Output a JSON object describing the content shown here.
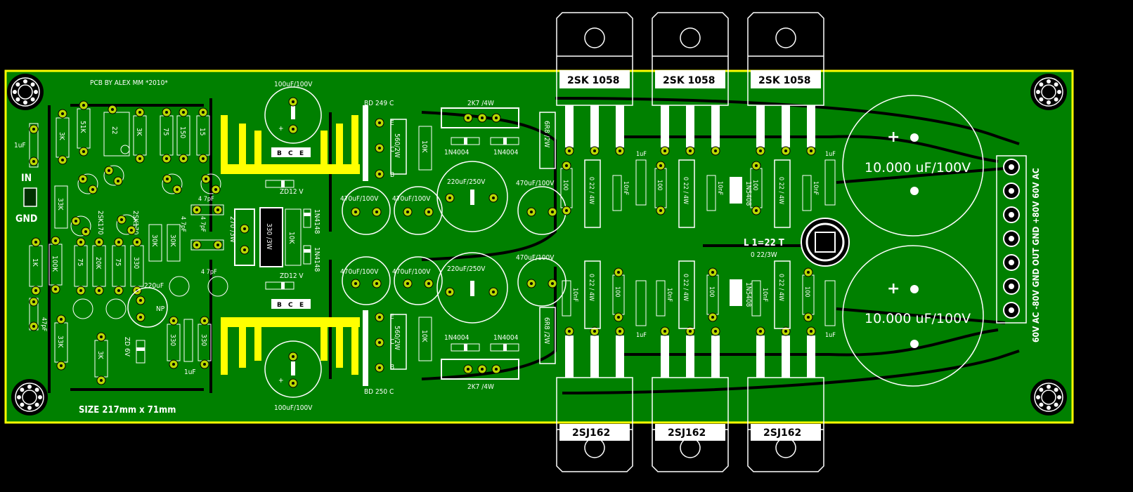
{
  "board": {
    "credit": "PCB BY ALEX MM *2010*",
    "size": "SIZE 217mm x 71mm",
    "in_label": "IN",
    "gnd_label": "GND",
    "connector_pins": [
      "60V AC",
      "+80V",
      "GND",
      "OUT",
      "GND",
      "-80V",
      "60V AC"
    ],
    "connector_text": "60V AC  -80V  GND  OUT  GND  +80V  60V AC"
  },
  "labels": {
    "mosfets_top": [
      "2SK 1058",
      "2SK 1058",
      "2SK 1058"
    ],
    "mosfets_bottom": [
      "2SJ162",
      "2SJ162",
      "2SJ162"
    ],
    "big_caps": [
      "10.000 uF/100V",
      "10.000 uF/100V"
    ],
    "bd_top": "BD 249 C",
    "bd_bottom": "BD 250 C",
    "res_2k7_top": "2K7 /4W",
    "res_2k7_bottom": "2K7 /4W",
    "diodes_top": [
      "1N4004",
      "1N4004"
    ],
    "diodes_bottom": [
      "1N4004",
      "1N4004"
    ],
    "cap_100uf_top": "100uF/100V",
    "cap_100uf_bottom": "100uF/100V",
    "cap_220uf_top": "220uF/250V",
    "cap_220uf_bottom": "220uF/250V",
    "cap_470uf": [
      "470uF/100V",
      "470uF/100V",
      "470uF/100V",
      "470uF/100V",
      "470uF/100V",
      "470uF/100V"
    ],
    "coil": "L 1=22 T",
    "coil_res": "0 22/3W",
    "zener_top": "ZD12 V",
    "zener_bottom": "ZD12 V",
    "zd6v": "ZD 6V",
    "cap_220uf_np": "220uF",
    "np": "NP",
    "cap_47pf": [
      "4 7pF",
      "4 7pF",
      "4 7pF",
      "4 7pF"
    ],
    "cap_1uf": [
      "1uF",
      "1uF",
      "1uF",
      "1uF",
      "1uF",
      "1uF"
    ],
    "cap_10nf": [
      "10nF",
      "10nF",
      "10nF",
      "10nF",
      "10nF",
      "10nF"
    ],
    "cap_47pf_in": "47pF",
    "res_022": [
      "0 22 / 4W",
      "0 22 / 4W",
      "0 22 / 4W",
      "0 22 / 4W",
      "0 22 / 4W",
      "0 22 / 4W"
    ],
    "res_100": [
      "100",
      "100",
      "100",
      "100",
      "100",
      "100"
    ],
    "res_6r8": [
      "6R8 /2W",
      "6R8 /2W"
    ],
    "res_560": [
      "560/2W",
      "560/2W"
    ],
    "res_10k": [
      "10K",
      "10K",
      "10K"
    ],
    "res_270": "270 /3W",
    "res_330_3w": "330 /3W",
    "diode_1n4148": [
      "1N4148",
      "1N4148"
    ],
    "diode_1n5408": [
      "1N5408",
      "1N5408"
    ],
    "jfets": [
      "2SK170",
      "2SK170"
    ],
    "small_res_top": [
      "3K",
      "51K",
      "22",
      "3K",
      "75",
      "150",
      "15"
    ],
    "small_res_mid": [
      "33K",
      "30K",
      "30K"
    ],
    "small_res_low": [
      "1K",
      "100K",
      "75",
      "20K",
      "75",
      "330"
    ],
    "small_res_bottom": [
      "33K",
      "3K",
      "330",
      "330"
    ],
    "pin_ebc": [
      "E",
      "C",
      "B"
    ],
    "pin_bce": [
      "B",
      "C",
      "E"
    ],
    "plus": "+"
  },
  "colors": {
    "background": "#000000",
    "board": "#008000",
    "board_outline": "#ffff00",
    "copper_heatsink": "#ffff00",
    "silkscreen": "#ffffff",
    "pad": "#c8e000"
  }
}
